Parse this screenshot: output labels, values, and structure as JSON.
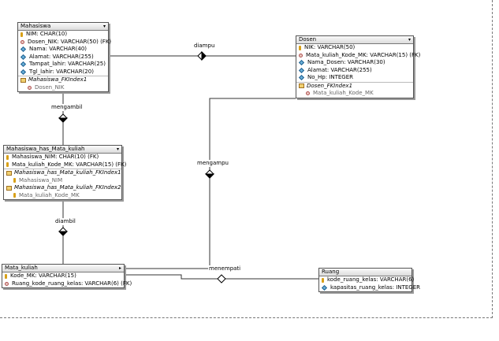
{
  "tables": {
    "mahasiswa": {
      "name": "Mahasiswa",
      "columns": [
        "NIM: CHAR(10)",
        "Dosen_NIK: VARCHAR(50) (FK)",
        "Nama: VARCHAR(40)",
        "Alamat: VARCHAR(255)",
        "Tampat_lahir: VARCHAR(25)",
        "Tgl_lahir: VARCHAR(20)"
      ],
      "index": "Mahasiswa_FKIndex1",
      "index_cols": [
        "Dosen_NIK"
      ]
    },
    "dosen": {
      "name": "Dosen",
      "columns": [
        "NIK: VARCHAR(50)",
        "Mata_kuliah_Kode_MK: VARCHAR(15) (FK)",
        "Nama_Dosen: VARCHAR(30)",
        "Alamat: VARCHAR(255)",
        "No_Hp: INTEGER"
      ],
      "index": "Dosen_FKIndex1",
      "index_cols": [
        "Mata_kuliah_Kode_MK"
      ]
    },
    "mhs_mk": {
      "name": "Mahasiswa_has_Mata_kuliah",
      "columns": [
        "Mahasiswa_NIM: CHAR(10) (FK)",
        "Mata_kuliah_Kode_MK: VARCHAR(15) (FK)"
      ],
      "index1": "Mahasiswa_has_Mata_kuliah_FKIndex1",
      "index1_cols": [
        "Mahasiswa_NIM"
      ],
      "index2": "Mahasiswa_has_Mata_kuliah_FKIndex2",
      "index2_cols": [
        "Mata_kuliah_Kode_MK"
      ]
    },
    "mata_kuliah": {
      "name": "Mata_kuliah",
      "columns": [
        "Kode_MK: VARCHAR(15)",
        "Ruang_kode_ruang_kelas: VARCHAR(6) (FK)"
      ]
    },
    "ruang": {
      "name": "Ruang",
      "columns": [
        "kode_ruang_kelas: VARCHAR(6)",
        "kapasitas_ruang_kelas: INTEGER"
      ]
    }
  },
  "relationships": {
    "diampu": "diampu",
    "mengambil": "mengambil",
    "mengampu": "mengampu",
    "diambil": "diambil",
    "menempati": "menempati"
  },
  "icons": {
    "primary_key": "key-icon",
    "foreign_key": "fk-icon",
    "attribute": "attribute-icon",
    "index": "index-icon",
    "collapse": "chevron-down-icon"
  }
}
